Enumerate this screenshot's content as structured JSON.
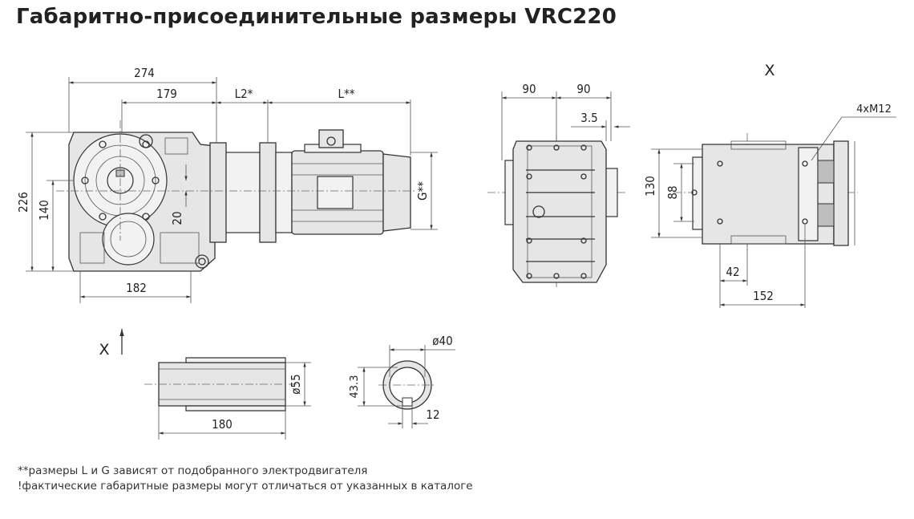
{
  "title": "Габаритно-присоединительные размеры VRC220",
  "dimensions": {
    "d274": "274",
    "d179": "179",
    "l2": "L2*",
    "l": "L**",
    "d226": "226",
    "d140": "140",
    "d20": "20",
    "d182": "182",
    "g": "G**",
    "d90a": "90",
    "d90b": "90",
    "d35": "3.5",
    "d130": "130",
    "d88": "88",
    "d42": "42",
    "d152": "152",
    "m12": "4xM12",
    "d55": "ø55",
    "d180": "180",
    "d40": "ø40",
    "d433": "43.3",
    "d12": "12"
  },
  "view_labels": {
    "x_top": "X",
    "x_bottom": "X"
  },
  "notes": {
    "note1": "**размеры L и G зависят от подобранного электродвигателя",
    "note2": "!фактические габаритные размеры могут отличаться от указанных в каталоге"
  }
}
